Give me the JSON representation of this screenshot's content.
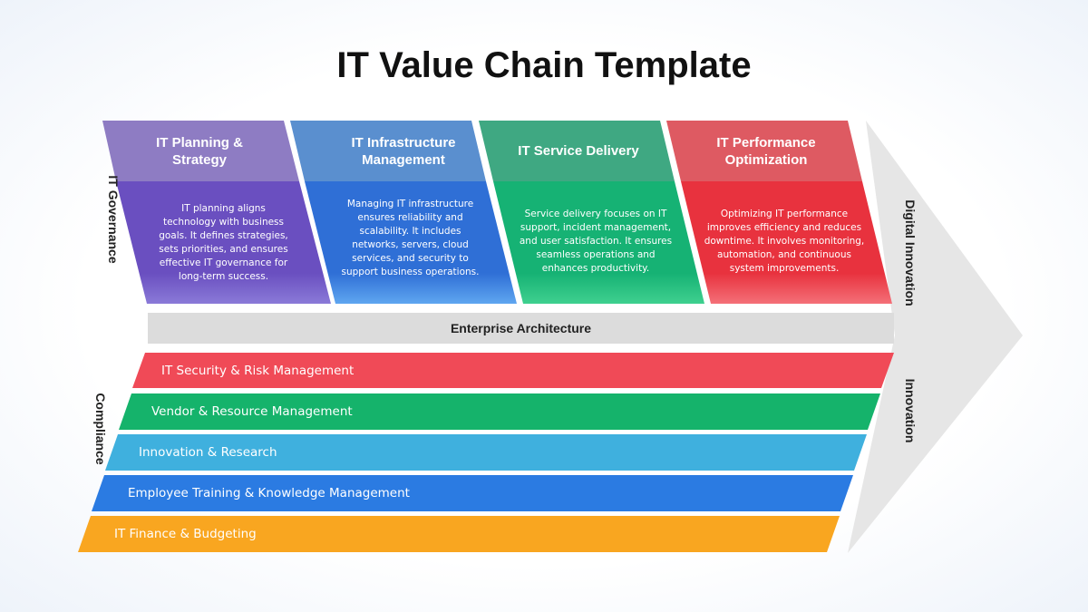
{
  "title": "IT Value Chain Template",
  "left_labels": {
    "governance": "IT Governance",
    "compliance": "Compliance"
  },
  "right_labels": {
    "digital_innovation": "Digital Innovation",
    "innovation": "Innovation"
  },
  "activities": [
    {
      "title": "IT Planning & Strategy",
      "body": "IT planning aligns technology with business goals. It defines strategies, sets priorities, and ensures effective IT governance for long-term success.",
      "header_color": "#8E7CC3",
      "body_color": "#6A4FC0"
    },
    {
      "title": "IT Infrastructure Management",
      "body": "Managing IT infrastructure ensures reliability and scalability. It includes networks, servers, cloud services, and security to support business operations.",
      "header_color": "#5A8FCF",
      "body_color": "#2F6FD6"
    },
    {
      "title": "IT Service Delivery",
      "body": "Service delivery focuses on IT support, incident management, and user satisfaction. It ensures seamless operations and enhances productivity.",
      "header_color": "#3FA882",
      "body_color": "#16B274"
    },
    {
      "title": "IT Performance Optimization",
      "body": "Optimizing IT performance improves efficiency and reduces downtime. It involves monitoring, automation, and continuous system improvements.",
      "header_color": "#DE5A62",
      "body_color": "#E8323E"
    }
  ],
  "enterprise_architecture": "Enterprise Architecture",
  "support_bars": [
    {
      "label": "IT Security & Risk Management",
      "color": "#F04A57"
    },
    {
      "label": "Vendor & Resource Management",
      "color": "#15B36B"
    },
    {
      "label": "Innovation & Research",
      "color": "#3FB0DE"
    },
    {
      "label": "Employee Training & Knowledge Management",
      "color": "#2B7BE2"
    },
    {
      "label": "IT Finance & Budgeting",
      "color": "#F9A620"
    }
  ],
  "arrow_color": "#E6E6E6",
  "ea_color": "#DCDCDC"
}
